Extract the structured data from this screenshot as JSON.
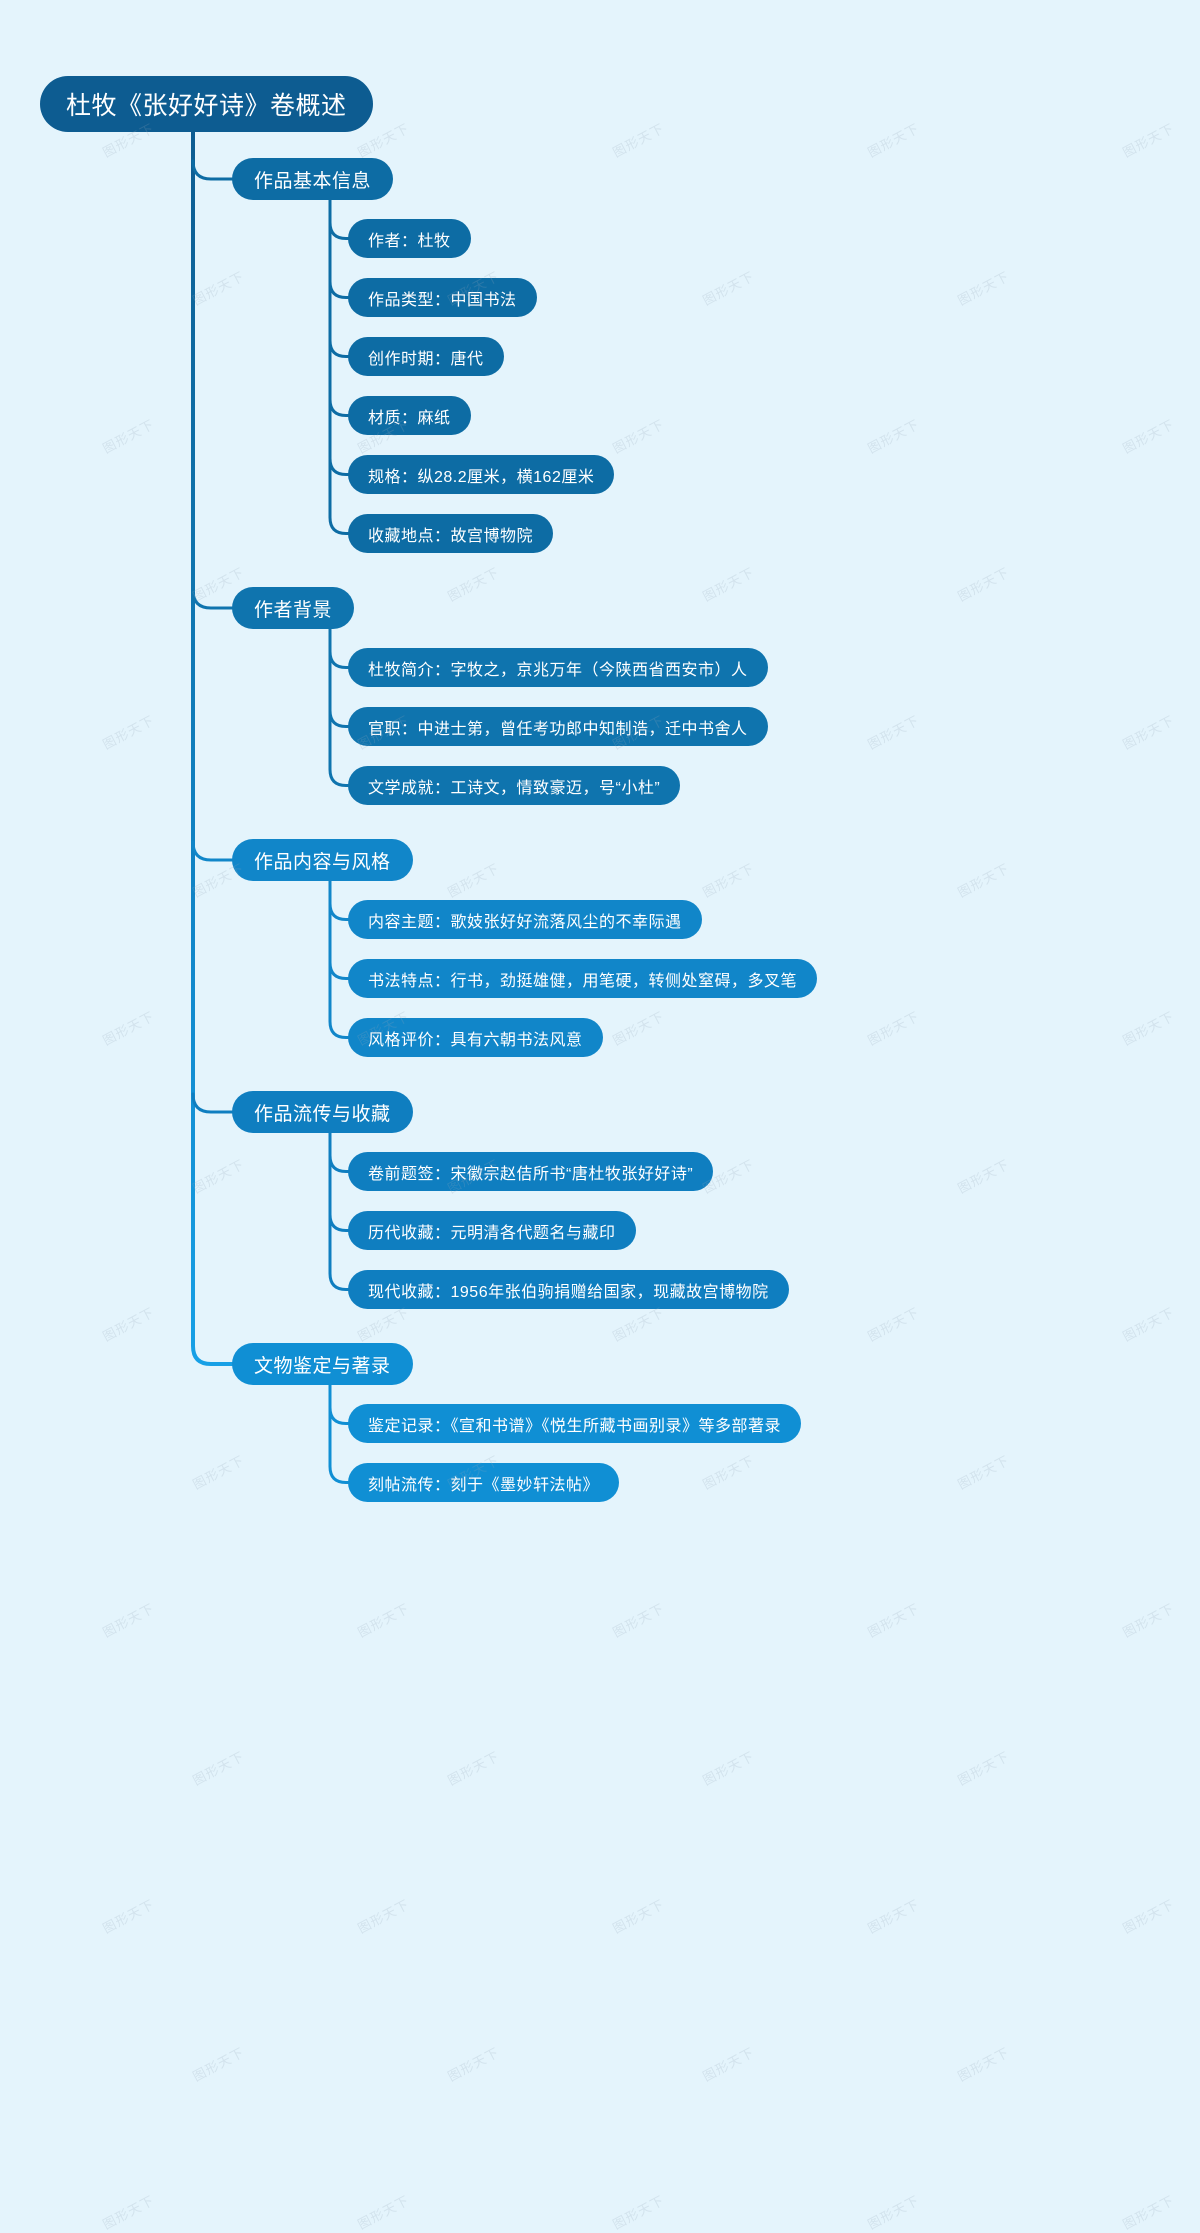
{
  "background_color": "#e4f4fc",
  "watermark_text": "图形天下",
  "diagram": {
    "type": "mindmap",
    "root": {
      "label": "杜牧《张好好诗》卷概述",
      "color": "#0d5c91"
    },
    "branches": [
      {
        "label": "作品基本信息",
        "color": "#0d6ca4",
        "children": [
          {
            "label": "作者：杜牧",
            "color": "#0d6ca4"
          },
          {
            "label": "作品类型：中国书法",
            "color": "#0d6ca4"
          },
          {
            "label": "创作时期：唐代",
            "color": "#0d6ca4"
          },
          {
            "label": "材质：麻纸",
            "color": "#0d6ca4"
          },
          {
            "label": "规格：纵28.2厘米，横162厘米",
            "color": "#0d6ca4"
          },
          {
            "label": "收藏地点：故宫博物院",
            "color": "#0d6ca4"
          }
        ]
      },
      {
        "label": "作者背景",
        "color": "#0f74ae",
        "children": [
          {
            "label": "杜牧简介：字牧之，京兆万年（今陕西省西安市）人",
            "color": "#0f74ae"
          },
          {
            "label": "官职：中进士第，曾任考功郎中知制诰，迁中书舍人",
            "color": "#0f74ae"
          },
          {
            "label": "文学成就：工诗文，情致豪迈，号“小杜”",
            "color": "#0f74ae"
          }
        ]
      },
      {
        "label": "作品内容与风格",
        "color": "#1186c9",
        "children": [
          {
            "label": "内容主题：歌妓张好好流落风尘的不幸际遇",
            "color": "#1186c9"
          },
          {
            "label": "书法特点：行书，劲挺雄健，用笔硬，转侧处窒碍，多叉笔",
            "color": "#1186c9"
          },
          {
            "label": "风格评价：具有六朝书法风意",
            "color": "#1186c9"
          }
        ]
      },
      {
        "label": "作品流传与收藏",
        "color": "#0f7ec0",
        "children": [
          {
            "label": "卷前题签：宋徽宗赵佶所书“唐杜牧张好好诗”",
            "color": "#0f7ec0"
          },
          {
            "label": "历代收藏：元明清各代题名与藏印",
            "color": "#0f7ec0"
          },
          {
            "label": "现代收藏：1956年张伯驹捐赠给国家，现藏故宫博物院",
            "color": "#0f7ec0"
          }
        ]
      },
      {
        "label": "文物鉴定与著录",
        "color": "#108fd4",
        "children": [
          {
            "label": "鉴定记录：《宣和书谱》《悦生所藏书画别录》等多部著录",
            "color": "#108fd4"
          },
          {
            "label": "刻帖流传：刻于《墨妙轩法帖》",
            "color": "#108fd4"
          }
        ]
      }
    ]
  }
}
